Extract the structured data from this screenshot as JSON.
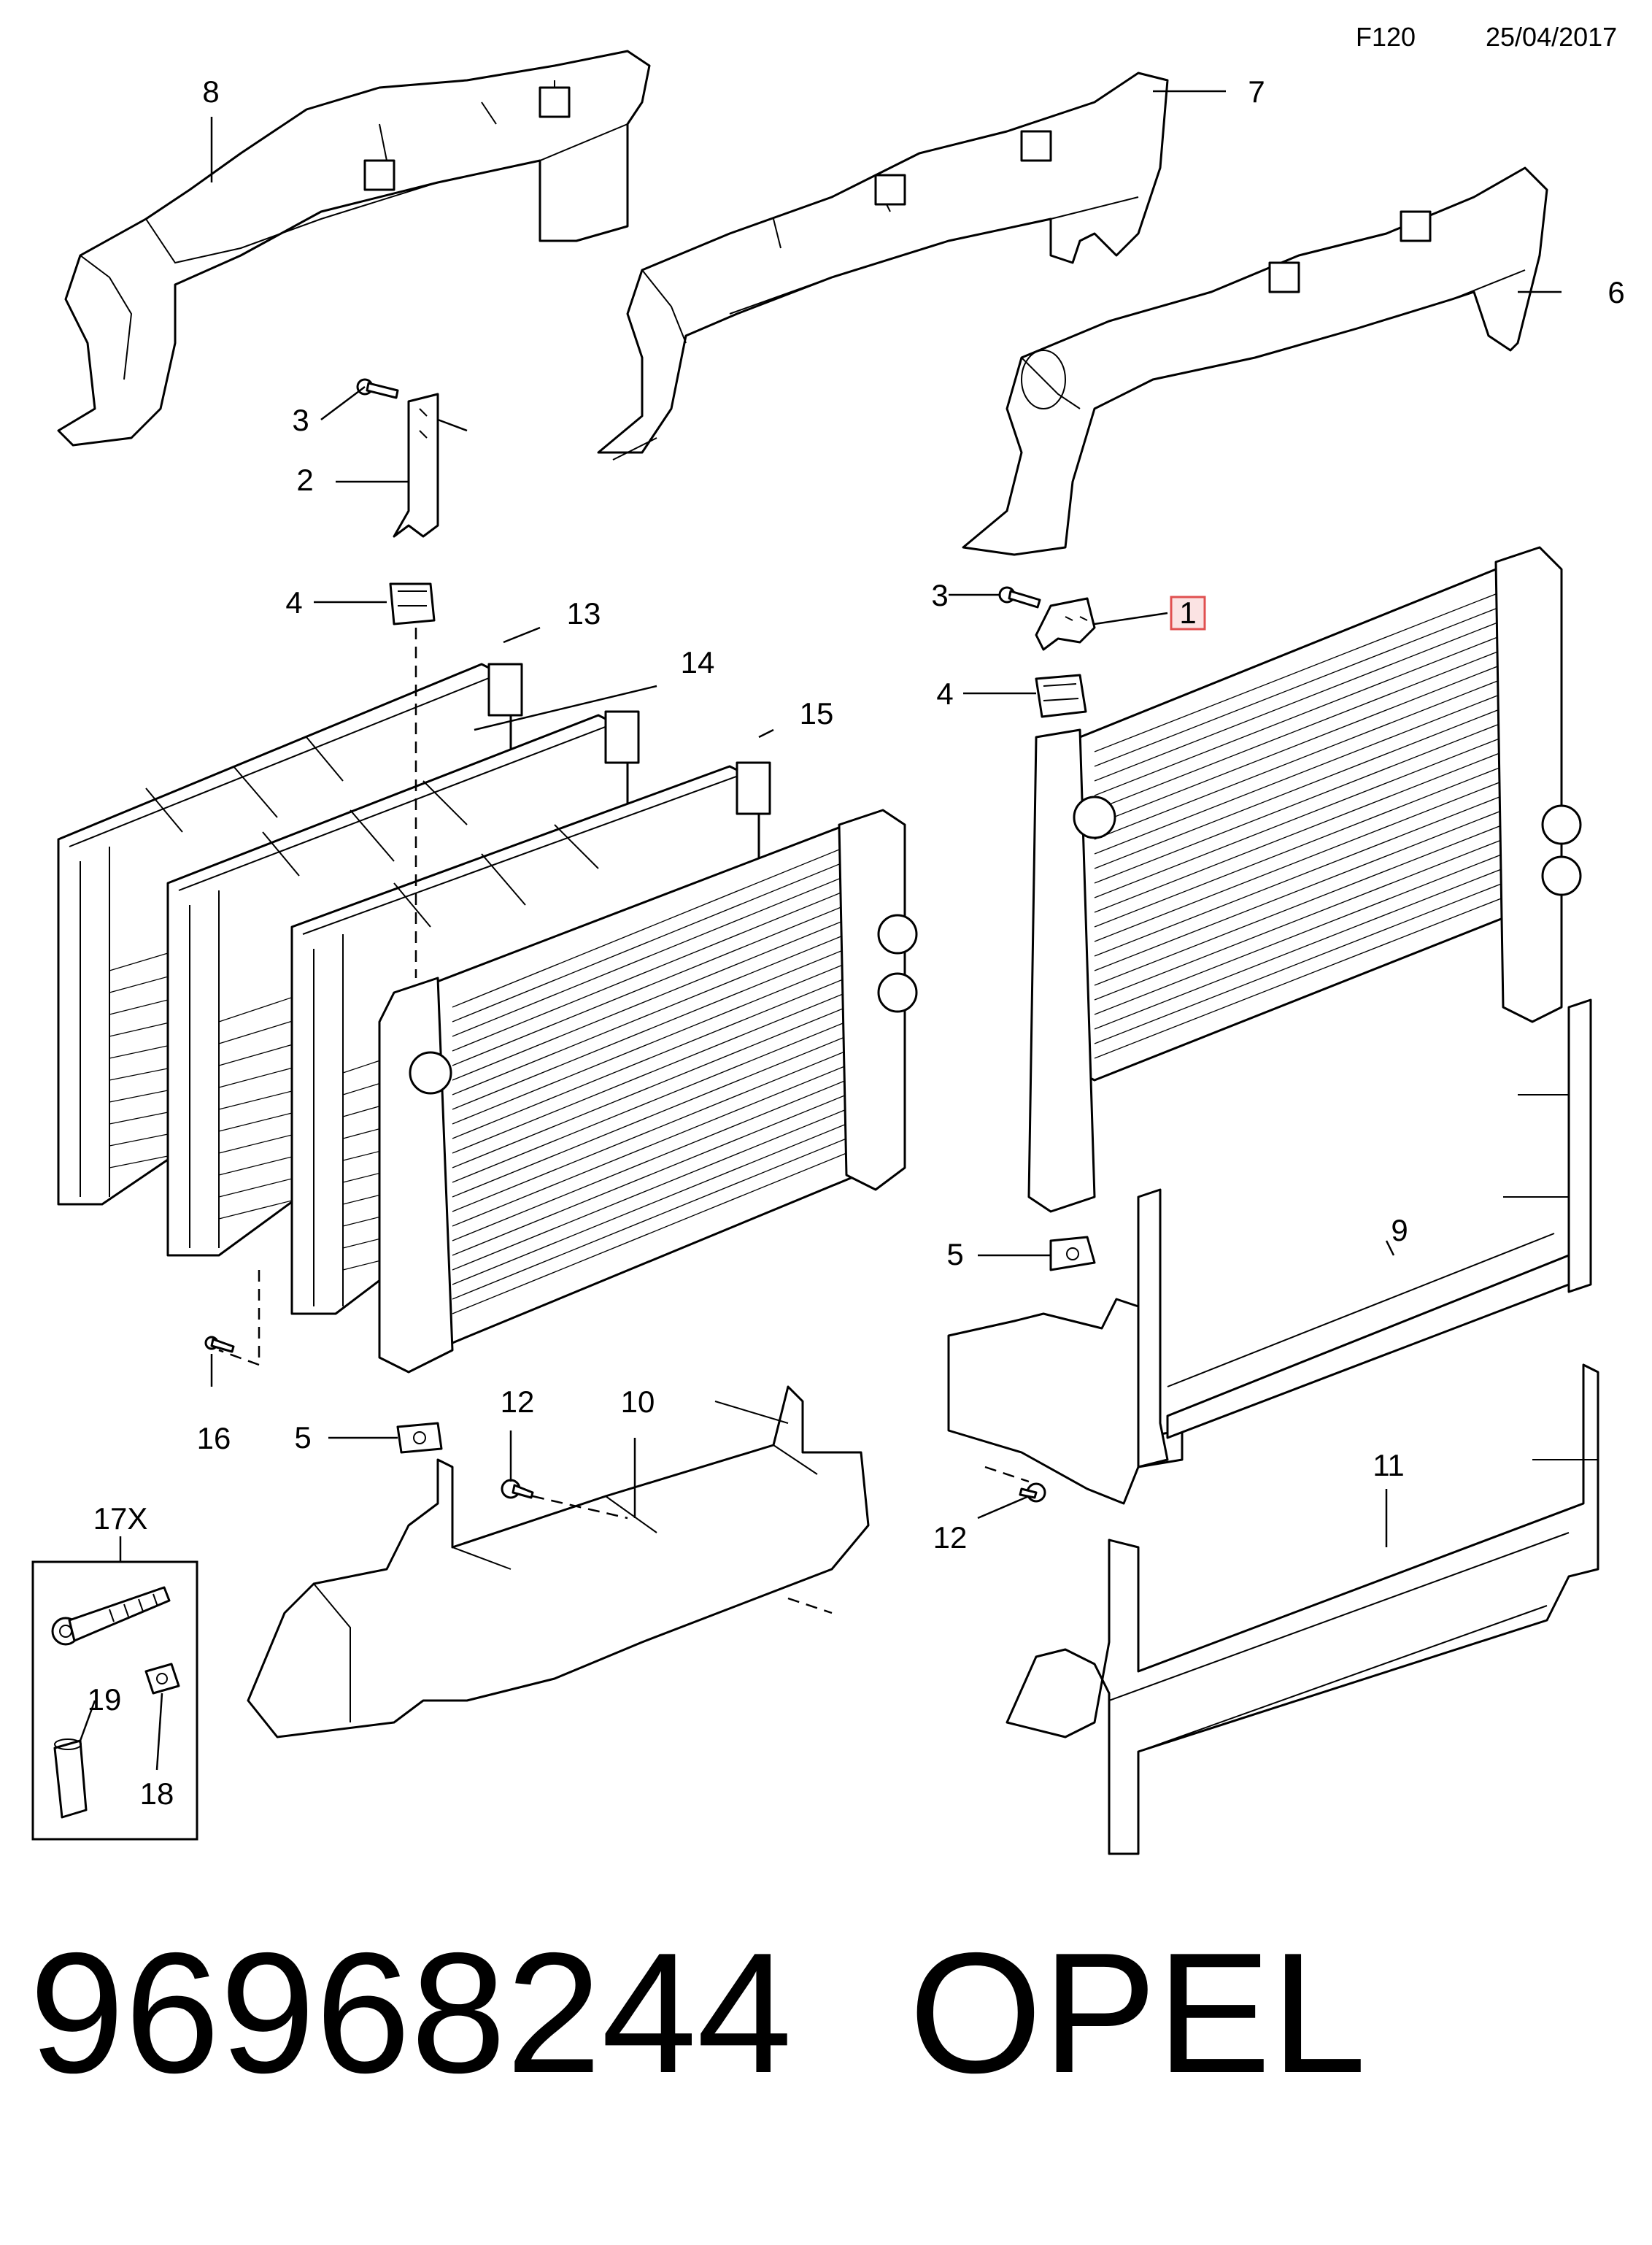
{
  "header": {
    "page_code": "F120",
    "date": "25/04/2017"
  },
  "callouts": {
    "c1": "1",
    "c2": "2",
    "c3a": "3",
    "c3b": "3",
    "c4a": "4",
    "c4b": "4",
    "c5a": "5",
    "c5b": "5",
    "c6": "6",
    "c7": "7",
    "c8": "8",
    "c9": "9",
    "c10": "10",
    "c11": "11",
    "c12a": "12",
    "c12b": "12",
    "c13": "13",
    "c14": "14",
    "c15": "15",
    "c16": "16",
    "c17": "17X",
    "c18": "18",
    "c19": "19"
  },
  "highlight": {
    "part": "1",
    "color": "#e05050"
  },
  "footer": {
    "part_number": "96968244",
    "brand": "OPEL"
  }
}
